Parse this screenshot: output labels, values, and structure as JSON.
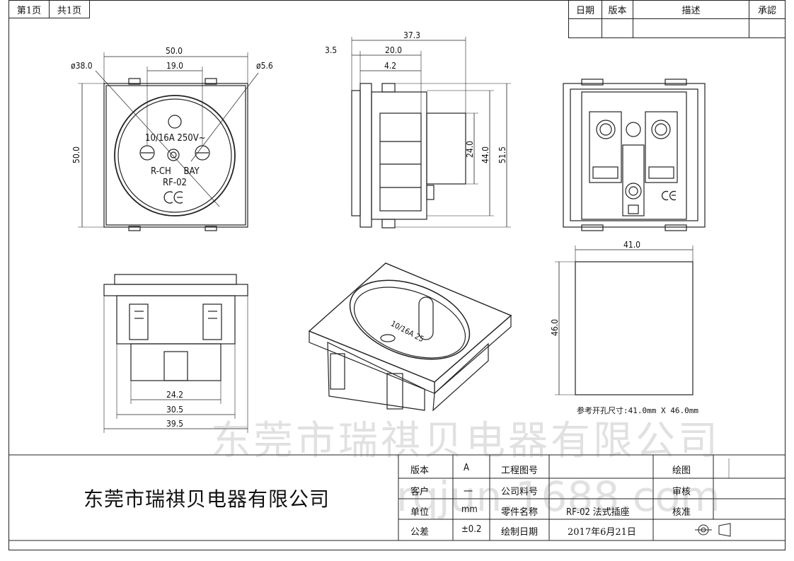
{
  "header": {
    "page_no": "第1页",
    "page_total": "共1页",
    "rev_cols": [
      "日期",
      "版本",
      "描述",
      "承認"
    ]
  },
  "views": {
    "front": {
      "d_outer": "ø38.0",
      "w_top": "50.0",
      "pin_spacing": "19.0",
      "hole": "ø5.6",
      "h_left": "50.0",
      "rating": "10/16A 250V~",
      "brand": "R-CH BAY",
      "model": "RF-02",
      "ce": "CE"
    },
    "side": {
      "d1": "37.3",
      "d2": "3.5",
      "d3": "20.0",
      "d4": "4.2",
      "h1": "24.0",
      "h2": "44.0",
      "h3": "51.5"
    },
    "back": {
      "ce": "CE"
    },
    "cutout": {
      "w": "41.0",
      "h": "46.0",
      "note": "参考开孔尺寸:41.0mm X 46.0mm"
    },
    "bottom": {
      "w1": "24.2",
      "w2": "30.5",
      "w3": "39.5"
    },
    "iso": {
      "rating": "10/16A 25"
    }
  },
  "watermark": {
    "company": "东莞市瑞祺贝电器有限公司",
    "site": "rqjun.1688.com"
  },
  "title_block": {
    "company": "东莞市瑞祺贝电器有限公司",
    "rows": [
      {
        "label": "版本",
        "value": "A",
        "label2": "工程图号",
        "value2": "",
        "label3": "绘图"
      },
      {
        "label": "客户",
        "value": "一",
        "label2": "公司料号",
        "value2": "",
        "label3": "审核"
      },
      {
        "label": "单位",
        "value": "mm",
        "label2": "零件名称",
        "value2": "RF-02 法式插座",
        "label3": "核准"
      },
      {
        "label": "公差",
        "value": "±0.2",
        "label2": "绘制日期",
        "value2": "2017年6月21日",
        "label3": ""
      }
    ]
  }
}
